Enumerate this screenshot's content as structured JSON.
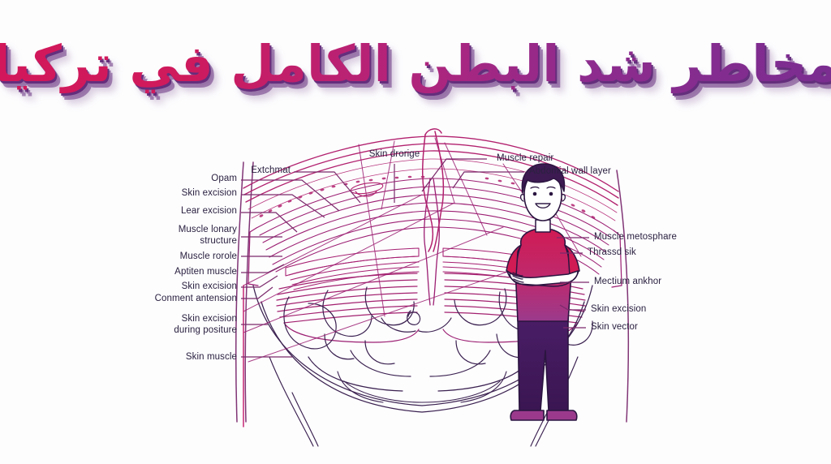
{
  "page": {
    "background_color": "#ffffff",
    "title_text": "مخاطر شد البطن الكامل في تركيا",
    "title_gradient_start": "#d2185a",
    "title_gradient_end": "#7a2d90",
    "title_shadow_color": "#622a7a"
  },
  "diagram": {
    "subject": "abdominoplasty-cross-section",
    "line_color_primary": "#b2216e",
    "line_color_secondary": "#3b2150",
    "leader_line_color": "#7b2a6b",
    "label_text_color": "#2b2140",
    "baseline_color": "#d2185a",
    "labels_left": [
      {
        "id": "opam",
        "text": "Opam"
      },
      {
        "id": "skin-excision-1",
        "text": "Skin excision"
      },
      {
        "id": "lear-excision",
        "text": "Lear excision"
      },
      {
        "id": "muscle-lonary-structure",
        "text": "Muscle lonary\nstructure"
      },
      {
        "id": "muscle-rorole",
        "text": "Muscle rorole"
      },
      {
        "id": "aptiten-muscle",
        "text": "Aptiten muscle"
      },
      {
        "id": "skin-excision-2",
        "text": "Skin excision"
      },
      {
        "id": "conment-antension",
        "text": "Conment antension"
      },
      {
        "id": "skin-excision-during-positure",
        "text": "Skin excision\nduring positure"
      },
      {
        "id": "skin-muscle",
        "text": "Skin muscle"
      }
    ],
    "labels_top": [
      {
        "id": "extchmat",
        "text": "Extchmat"
      },
      {
        "id": "skin-drorige",
        "text": "Skin drorige"
      }
    ],
    "labels_right": [
      {
        "id": "muscle-repair",
        "text": "Muscle repair"
      },
      {
        "id": "abdomial-wall-layer",
        "text": "Abdomial wall layer"
      },
      {
        "id": "muscle-metosphare",
        "text": "Muscle metosphare"
      },
      {
        "id": "thrassd-sik",
        "text": "Thrassd sik"
      },
      {
        "id": "mectium-ankhor",
        "text": "Mectium ankhor"
      },
      {
        "id": "skin-excision-3",
        "text": "Skin excision"
      },
      {
        "id": "skin-vector",
        "text": "Skin vector"
      }
    ]
  },
  "figure": {
    "id": "standing-man-arms-crossed",
    "hair_color": "#3d1a52",
    "skin_color": "#ffffff",
    "shirt_top_color": "#d01b54",
    "shirt_bottom_color": "#9b3a8c",
    "pants_color": "#421b5e",
    "shoe_color": "#9b3a8c",
    "outline_color": "#2b1540"
  }
}
